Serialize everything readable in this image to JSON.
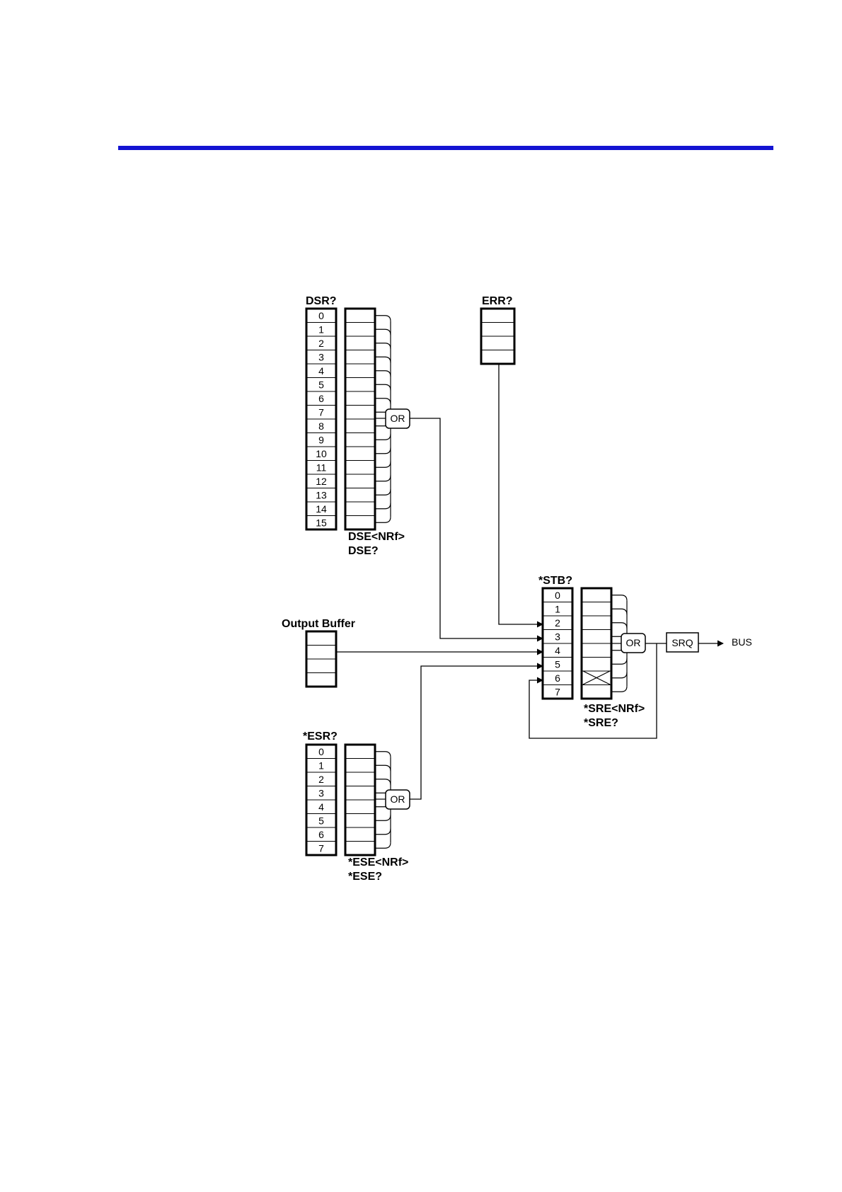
{
  "colors": {
    "rule": "#1414d2",
    "line": "#000000"
  },
  "dsr": {
    "title": "DSR?",
    "bits": [
      "0",
      "1",
      "2",
      "3",
      "4",
      "5",
      "6",
      "7",
      "8",
      "9",
      "10",
      "11",
      "12",
      "13",
      "14",
      "15"
    ],
    "enable_set": "DSE<NRf>",
    "enable_query": "DSE?"
  },
  "err": {
    "title": "ERR?"
  },
  "stb": {
    "title": "*STB?",
    "bits": [
      "0",
      "1",
      "2",
      "3",
      "4",
      "5",
      "6",
      "7"
    ],
    "enable_set": "*SRE<NRf>",
    "enable_query": "*SRE?"
  },
  "esr": {
    "title": "*ESR?",
    "bits": [
      "0",
      "1",
      "2",
      "3",
      "4",
      "5",
      "6",
      "7"
    ],
    "enable_set": "*ESE<NRf>",
    "enable_query": "*ESE?"
  },
  "output_buffer": {
    "title": "Output Buffer"
  },
  "gates": {
    "or_label": "OR",
    "srq_label": "SRQ",
    "bus_label": "BUS"
  }
}
